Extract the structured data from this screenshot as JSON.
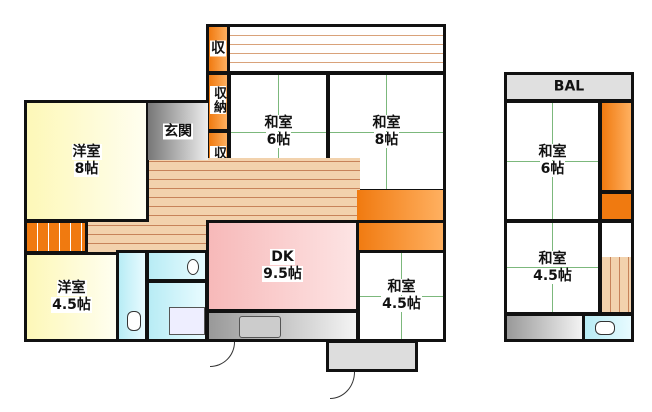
{
  "floor1": {
    "rooms": [
      {
        "id": "storage-top",
        "label": "収"
      },
      {
        "id": "storage-1",
        "label": "収納"
      },
      {
        "id": "storage-2",
        "label": "収納"
      },
      {
        "id": "japanese-6",
        "label": "和室",
        "size": "6帖"
      },
      {
        "id": "japanese-8",
        "label": "和室",
        "size": "8帖"
      },
      {
        "id": "western-8",
        "label": "洋室",
        "size": "8帖"
      },
      {
        "id": "entrance",
        "label": "玄関"
      },
      {
        "id": "western-45",
        "label": "洋室",
        "size": "4.5帖"
      },
      {
        "id": "dk",
        "label": "DK",
        "size": "9.5帖"
      },
      {
        "id": "japanese-45",
        "label": "和室",
        "size": "4.5帖"
      }
    ]
  },
  "floor2": {
    "rooms": [
      {
        "id": "balcony",
        "label": "BAL"
      },
      {
        "id": "japanese-6",
        "label": "和室",
        "size": "6帖"
      },
      {
        "id": "japanese-45",
        "label": "和室",
        "size": "4.5帖"
      }
    ]
  },
  "colors": {
    "western": "#fdf8b8",
    "japanese": "#b4f0b0",
    "storage": "#f07a10",
    "dk": "#f7b9b9",
    "water": "#b8ecf5",
    "floor_wood": "#f2d2ad"
  }
}
